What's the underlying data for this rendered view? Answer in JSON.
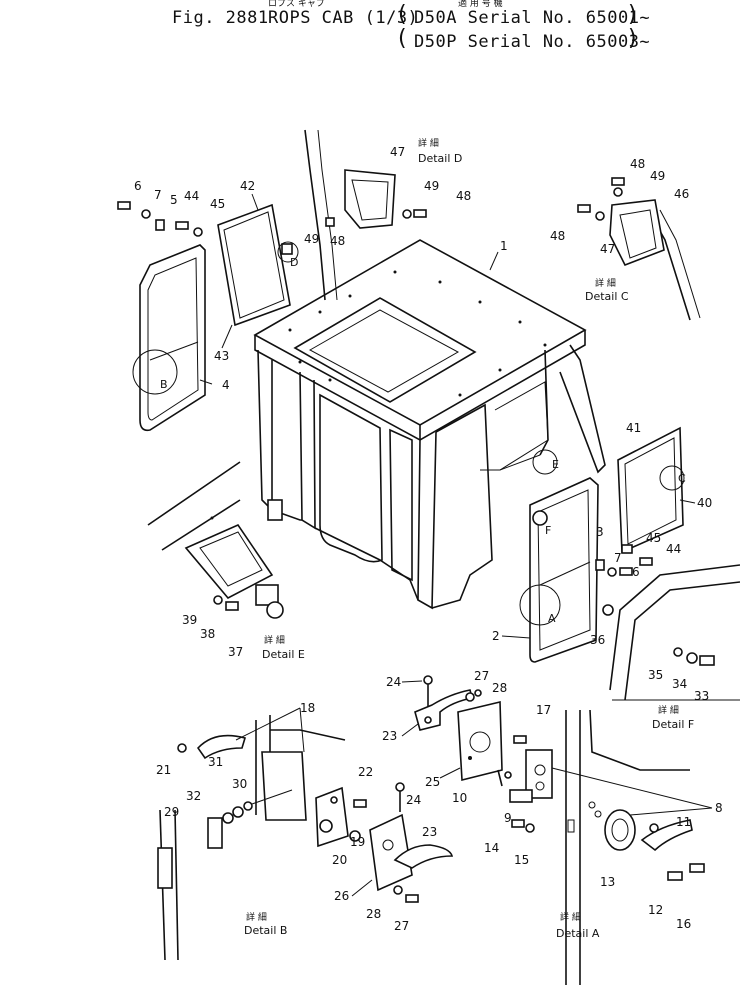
{
  "header": {
    "fig_label": "Fig. 2881",
    "title": "ROPS CAB (1/3)",
    "title_jp": "ロプス キャブ",
    "applicable_jp": "適 用 号 機",
    "serial_a": "D50A Serial No. 65001~",
    "serial_p": "D50P Serial No. 65003~"
  },
  "details": {
    "detail_jp": "詳 細",
    "a": "Detail A",
    "b": "Detail B",
    "c": "Detail C",
    "d": "Detail D",
    "e": "Detail E",
    "f": "Detail F"
  },
  "callouts": {
    "c_a": "A",
    "c_b": "B",
    "c_c": "C",
    "c_d": "D",
    "c_e": "E",
    "c_f": "F"
  },
  "parts": {
    "p1": "1",
    "p2": "2",
    "p3": "3",
    "p4": "4",
    "p5": "5",
    "p6": "6",
    "p7": "7",
    "p8": "8",
    "p9": "9",
    "p10": "10",
    "p11": "11",
    "p12": "12",
    "p13": "13",
    "p14": "14",
    "p15": "15",
    "p16": "16",
    "p17": "17",
    "p18": "18",
    "p19": "19",
    "p20": "20",
    "p21": "21",
    "p22": "22",
    "p23": "23",
    "p24": "24",
    "p25": "25",
    "p26": "26",
    "p27": "27",
    "p28": "28",
    "p29": "29",
    "p30": "30",
    "p31": "31",
    "p32": "32",
    "p33": "33",
    "p34": "34",
    "p35": "35",
    "p36": "36",
    "p37": "37",
    "p38": "38",
    "p39": "39",
    "p40": "40",
    "p41": "41",
    "p42": "42",
    "p43": "43",
    "p44": "44",
    "p45": "45",
    "p46": "46",
    "p47": "47",
    "p48": "48",
    "p49": "49"
  }
}
